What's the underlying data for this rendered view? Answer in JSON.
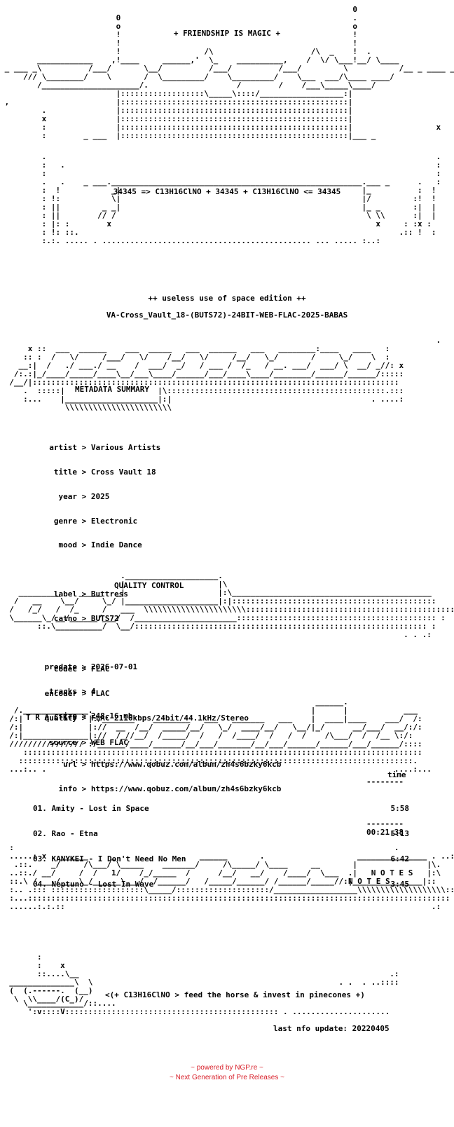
{
  "header": {
    "banner": "+ FRIENDSHIP IS MAGIC +",
    "formula": "34345 => C13H16ClNO + 34345 + C13H16ClNO <= 34345",
    "edition": "++ useless use of space edition ++",
    "release": "VA-Cross_Vault_18-(BUTS72)-24BIT-WEB-FLAC-2025-BABAS"
  },
  "metadata": {
    "section": "METADATA SUMMARY",
    "rows": [
      {
        "key": "artist",
        "value": "Various Artists"
      },
      {
        "key": "title",
        "value": "Cross Vault 18"
      },
      {
        "key": "year",
        "value": "2025"
      },
      {
        "key": "genre",
        "value": "Electronic"
      },
      {
        "key": "mood",
        "value": "Indie Dance"
      },
      {
        "key": "label",
        "value": "Buttress"
      },
      {
        "key": "catno",
        "value": "BUTS72"
      },
      {
        "key": "predate",
        "value": "2026-07-01"
      },
      {
        "key": "tracks",
        "value": "4"
      },
      {
        "key": "size",
        "value": "248.16 mb"
      },
      {
        "key": "url",
        "value": "https://www.qobuz.com/album/zh4s6bzky6kcb"
      },
      {
        "key": "info",
        "value": "https://www.qobuz.com/album/zh4s6bzky6kcb"
      }
    ]
  },
  "quality": {
    "section": "QUALITY CONTROL",
    "rows": [
      {
        "key": "codec",
        "value": "FLAC"
      },
      {
        "key": "encoder",
        "value": "FLAC"
      },
      {
        "key": "quality",
        "value": "FLAC 2116kbps/24bit/44.1kHz/Stereo"
      },
      {
        "key": "source",
        "value": "WEB FLAC"
      }
    ]
  },
  "tracks": {
    "section": "T R A C K S",
    "time_header": "time",
    "items": [
      {
        "num": "01.",
        "title": "Amity - Lost in Space",
        "time": "5:58"
      },
      {
        "num": "02.",
        "title": "Rao - Etna",
        "time": "5:13"
      },
      {
        "num": "03.",
        "title": "KANYKEI - I Don't Need No Men",
        "time": "6:42"
      },
      {
        "num": "04.",
        "title": "Neptuno - Lost In Wave",
        "time": "3:45"
      }
    ],
    "total": "00:21:38"
  },
  "notes": {
    "section": "N O T E S"
  },
  "footer": {
    "tagline": "<(+ C13H16ClNO > feed the horse & invest in pinecones +)",
    "update": "last nfo update: 20220405",
    "powered": "~ powered by NGP.re ~",
    "ngp": "~ Next Generation of Pre Releases ~"
  }
}
